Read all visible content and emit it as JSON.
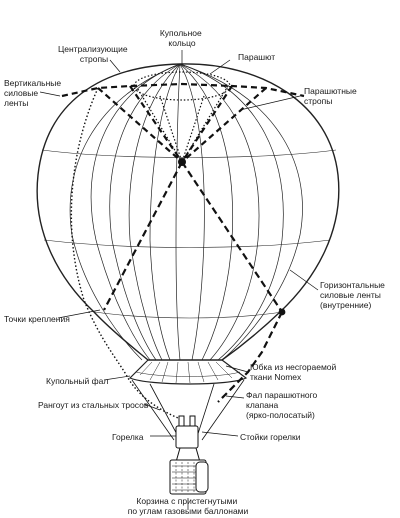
{
  "diagram": {
    "labels": {
      "crown_ring": [
        "Купольное",
        "кольцо"
      ],
      "centralizing_lines": [
        "Централизующие",
        "стропы"
      ],
      "parachute": [
        "Парашют"
      ],
      "vertical_load_tapes": [
        "Вертикальные",
        "силовые",
        "ленты"
      ],
      "parachute_lines": [
        "Парашютные",
        "стропы"
      ],
      "horizontal_load_tapes": [
        "Горизонтальные",
        "силовые ленты",
        "(внутренние)"
      ],
      "attachment_points": [
        "Точки крепления"
      ],
      "skirt": [
        "Юбка из несгораемой",
        "ткани Nomex"
      ],
      "crown_line": [
        "Купольный фал"
      ],
      "deflation_line": [
        "Фал парашютного",
        "клапана",
        "(ярко-полосатый)"
      ],
      "steel_cables": [
        "Рангоут из стальных тросов"
      ],
      "burner_supports": [
        "Стойки горелки"
      ],
      "burner": [
        "Горелка"
      ],
      "basket": [
        "Корзина с пристегнутыми",
        "по углам газовыми баллонами"
      ]
    }
  }
}
